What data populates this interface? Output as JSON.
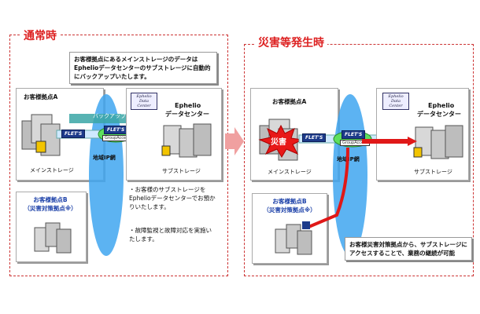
{
  "left_panel": {
    "title": "通常時",
    "callout": "お客様拠点にあるメインストレージのデータはEphelioデータセンターのサブストレージに自動的にバックアップいたします。",
    "site_a_label": "お客様拠点A",
    "main_storage_label": "メインストレージ",
    "site_b_label_line1": "お客様拠点B",
    "site_b_label_line2": "（災害対策拠点※）",
    "backup_label": "バックアップ",
    "flets_label": "FLET'S",
    "group_access_label": "GroupAccess",
    "ip_network_label": "地域IP網",
    "datacenter_logo": "Ephelio Data Center",
    "datacenter_name_line1": "Ephelio",
    "datacenter_name_line2": "データセンター",
    "sub_storage_label": "サブストレージ",
    "notes": [
      "・お客様のサブストレージをEphelioデータセンターでお預かりいたします。",
      "・故障監視と故障対応を実施いたします。"
    ]
  },
  "right_panel": {
    "title": "災害等発生時",
    "site_a_label": "お客様拠点A",
    "disaster_label": "災害",
    "main_storage_label": "メインストレージ",
    "site_b_label_line1": "お客様拠点B",
    "site_b_label_line2": "（災害対策拠点※）",
    "flets_label": "FLET'S",
    "group_access_label": "GroupAccess",
    "ip_network_label": "地域IP網",
    "datacenter_logo": "Ephelio Data Center",
    "datacenter_name_line1": "Ephelio",
    "datacenter_name_line2": "データセンター",
    "sub_storage_label": "サブストレージ",
    "callout": "お客様災害対策拠点から、サブストレージにアクセスすることで、業務の継続が可能"
  },
  "colors": {
    "panel_border": "#cc3333",
    "title_red": "#dd2222",
    "flets_blue": "#1c3a8a",
    "ip_cloud": "#3fa6f0",
    "tunnel_green": "#5ee05e",
    "access_line_red": "#e01818",
    "site_b_blue": "#1a3fa8",
    "transition_arrow": "#f0a0a0"
  }
}
